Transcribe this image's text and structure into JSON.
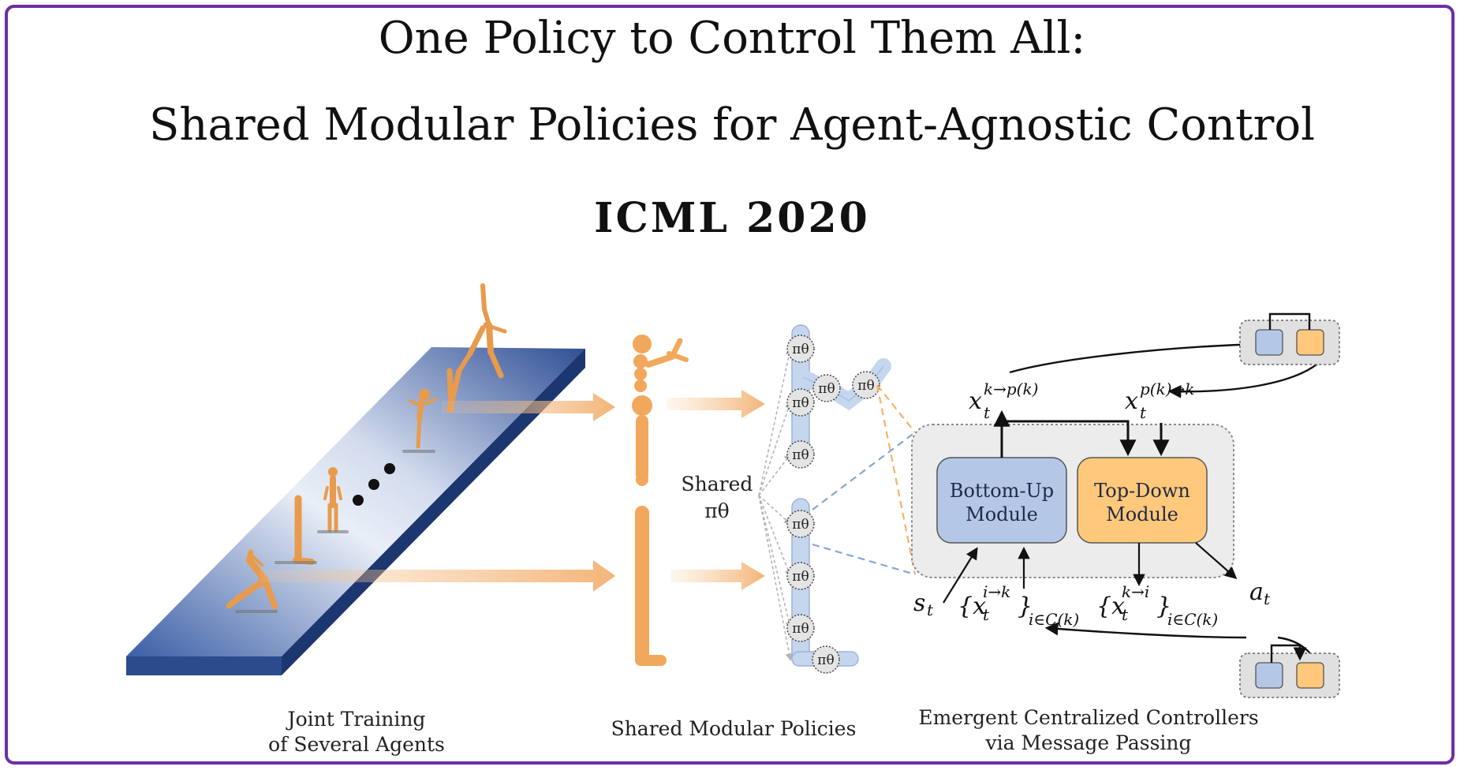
{
  "header": {
    "title_line1": "One Policy to Control Them All:",
    "title_line2": "Shared Modular Policies for Agent-Agnostic Control",
    "venue": "ICML 2020"
  },
  "captions": {
    "joint_line1": "Joint Training",
    "joint_line2": "of Several Agents",
    "shared": "Shared Modular Policies",
    "emergent_line1": "Emergent Centralized Controllers",
    "emergent_line2": "via Message Passing"
  },
  "labels": {
    "shared_line1": "Shared",
    "shared_line2": "πθ",
    "pi_node": "πθ",
    "bottom_up_line1": "Bottom-Up",
    "bottom_up_line2": "Module",
    "top_down_line1": "Top-Down",
    "top_down_line2": "Module"
  },
  "math": {
    "x_up_base": "x",
    "x_up_sup": "k→p(k)",
    "x_up_sub": "t",
    "x_down_base": "x",
    "x_down_sup": "p(k)→k",
    "x_down_sub": "t",
    "s_base": "s",
    "s_sub": "t",
    "msg_in_base": "{x",
    "msg_in_sup": "i→k",
    "msg_in_sub": "t",
    "msg_in_close": "}",
    "msg_in_index": "i∈C(k)",
    "msg_out_base": "{x",
    "msg_out_sup": "k→i",
    "msg_out_sub": "t",
    "msg_out_close": "}",
    "msg_out_index": "i∈C(k)",
    "a_base": "a",
    "a_sub": "t"
  },
  "colors": {
    "frame": "#6b2fa5",
    "bottom_up_fill": "#b4c7e7",
    "top_down_fill": "#ffc87a",
    "agent_orange": "#f2a85c",
    "platform_blue": "#2e4d8f",
    "node_blue": "#c5d6ef"
  }
}
